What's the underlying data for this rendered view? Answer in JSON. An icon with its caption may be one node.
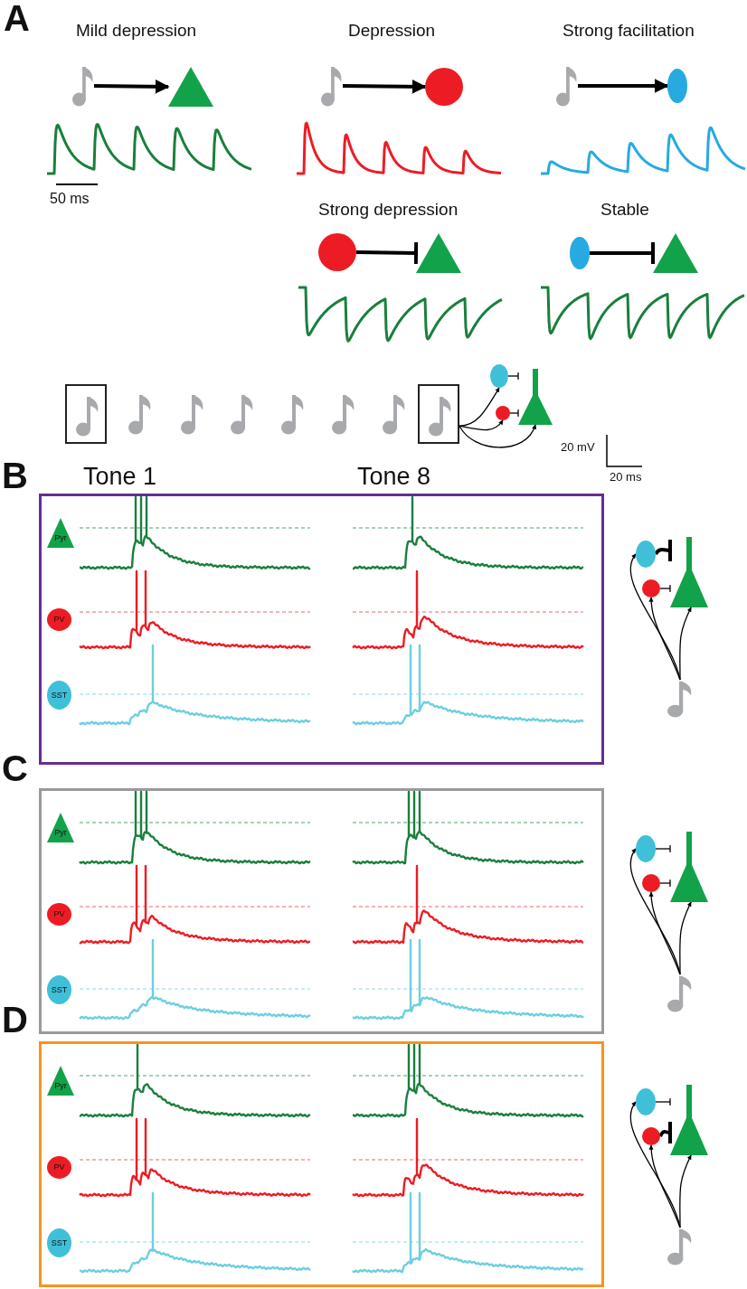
{
  "diagram": {
    "nodes": [
      {
        "text": [],
        "shape": "note"
      },
      {
        "text": [],
        "shape": "triangle"
      },
      {
        "text": [],
        "shape": "note"
      },
      {
        "text": [],
        "shape": "circle"
      },
      {
        "text": [],
        "shape": "note"
      },
      {
        "text": [],
        "shape": "ellipse"
      },
      {
        "text": [],
        "shape": "circle"
      },
      {
        "text": [],
        "shape": "triangle"
      },
      {
        "text": [],
        "shape": "ellipse"
      },
      {
        "text": [],
        "shape": "triangle"
      },
      {
        "text": [],
        "shape": "box"
      },
      {
        "text": [],
        "shape": "note",
        "in": 10
      },
      {
        "text": [],
        "shape": "note"
      },
      {
        "text": [],
        "shape": "note"
      },
      {
        "text": [],
        "shape": "note"
      },
      {
        "text": [],
        "shape": "note"
      },
      {
        "text": [],
        "shape": "note"
      },
      {
        "text": [],
        "shape": "note"
      },
      {
        "text": [],
        "shape": "box"
      },
      {
        "text": [],
        "shape": "note",
        "in": 18
      },
      {
        "text": [],
        "shape": "ellipse"
      },
      {
        "text": [],
        "shape": "circle"
      },
      {
        "text": [],
        "shape": "neuron"
      },
      {
        "text": [],
        "shape": "box"
      },
      {
        "text": [
          "Pyr"
        ],
        "in": 23
      },
      {
        "text": [
          "PV"
        ],
        "in": 23
      },
      {
        "text": [
          "SST"
        ],
        "in": 23
      },
      {
        "text": [],
        "shape": "ellipse"
      },
      {
        "text": [],
        "shape": "circle"
      },
      {
        "text": [],
        "shape": "neuron"
      },
      {
        "text": [],
        "shape": "note"
      },
      {
        "text": [],
        "shape": "box"
      },
      {
        "text": [
          "Pyr"
        ],
        "in": 31
      },
      {
        "text": [
          "PV"
        ],
        "in": 31
      },
      {
        "text": [
          "SST"
        ],
        "in": 31
      },
      {
        "text": [],
        "shape": "ellipse"
      },
      {
        "text": [],
        "shape": "circle"
      },
      {
        "text": [],
        "shape": "neuron"
      },
      {
        "text": [],
        "shape": "note"
      },
      {
        "text": [],
        "shape": "box"
      },
      {
        "text": [
          "Pyr"
        ],
        "in": 39
      },
      {
        "text": [
          "PV"
        ],
        "in": 39
      },
      {
        "text": [
          "SST"
        ],
        "in": 39
      },
      {
        "text": [],
        "shape": "ellipse"
      },
      {
        "text": [],
        "shape": "circle"
      },
      {
        "text": [],
        "shape": "neuron"
      },
      {
        "text": [],
        "shape": "note"
      }
    ],
    "edges": [
      {
        "from": 0,
        "to": 1,
        "arrow": "to",
        "style": "thick"
      },
      {
        "from": 2,
        "to": 3,
        "arrow": "to",
        "style": "thick"
      },
      {
        "from": 4,
        "to": 5,
        "arrow": "to",
        "style": "thick"
      },
      {
        "from": 6,
        "to": 7,
        "arrow": "other",
        "style": "thick"
      },
      {
        "from": 8,
        "to": 9,
        "arrow": "other",
        "style": "thick"
      },
      {
        "from": 18,
        "to": 20,
        "arrow": "to"
      },
      {
        "from": 18,
        "to": 21,
        "arrow": "to"
      },
      {
        "from": 18,
        "to": 22,
        "arrow": "to"
      },
      {
        "from": 20,
        "to": 22,
        "arrow": "other"
      },
      {
        "from": 21,
        "to": 22,
        "arrow": "other"
      },
      {
        "from": 30,
        "to": 27,
        "arrow": "to"
      },
      {
        "from": 30,
        "to": 28,
        "arrow": "to"
      },
      {
        "from": 30,
        "to": 29,
        "arrow": "to"
      },
      {
        "from": 27,
        "to": 29,
        "arrow": "other",
        "style": "thick"
      },
      {
        "from": 28,
        "to": 29,
        "arrow": "other"
      },
      {
        "from": 38,
        "to": 35,
        "arrow": "to"
      },
      {
        "from": 38,
        "to": 36,
        "arrow": "to"
      },
      {
        "from": 38,
        "to": 37,
        "arrow": "to"
      },
      {
        "from": 35,
        "to": 37,
        "arrow": "other"
      },
      {
        "from": 36,
        "to": 37,
        "arrow": "other"
      },
      {
        "from": 46,
        "to": 43,
        "arrow": "to"
      },
      {
        "from": 46,
        "to": 44,
        "arrow": "to"
      },
      {
        "from": 46,
        "to": 45,
        "arrow": "to"
      },
      {
        "from": 43,
        "to": 45,
        "arrow": "other"
      },
      {
        "from": 44,
        "to": 45,
        "arrow": "other",
        "style": "thick"
      }
    ],
    "labels": [
      "A",
      "Mild depression",
      "Depression",
      "Strong facilitation",
      "50 ms",
      "Strong depression",
      "Stable",
      "20 mV",
      "B",
      "20 ms",
      "Tone 1",
      "Tone 8",
      "C",
      "D"
    ]
  }
}
